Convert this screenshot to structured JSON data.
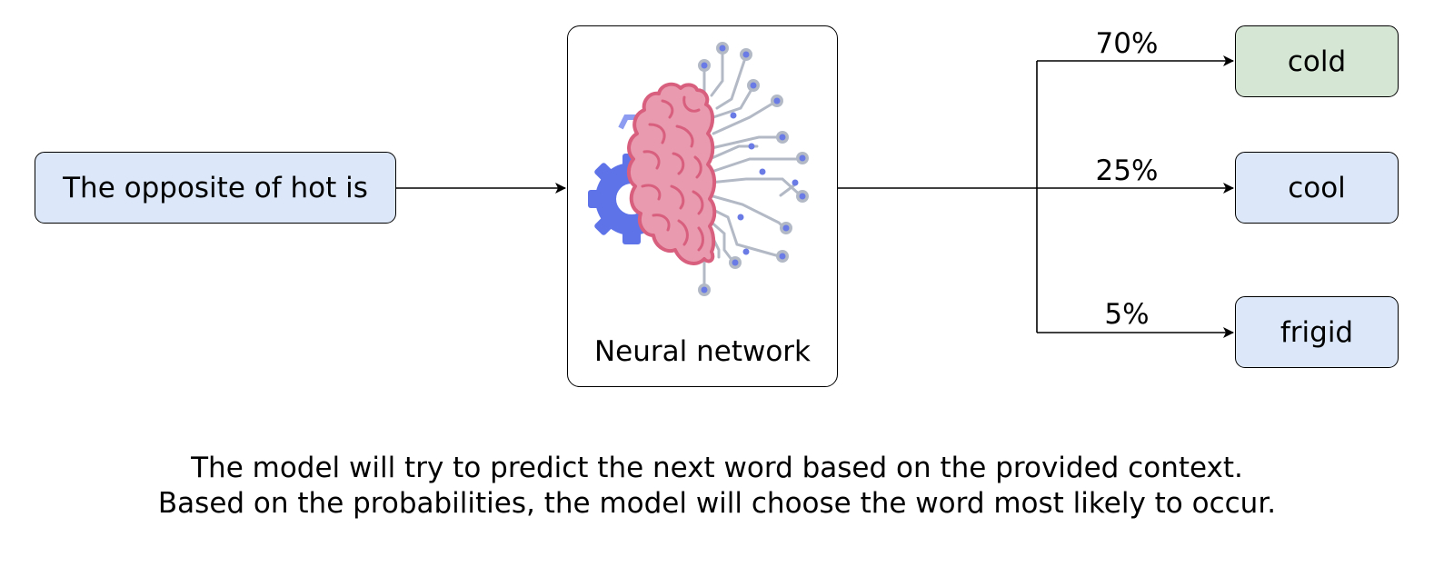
{
  "input": {
    "text": "The opposite of hot is"
  },
  "model": {
    "label": "Neural network",
    "icon": "brain-circuit-icon"
  },
  "outputs": [
    {
      "word": "cold",
      "probability": "70%",
      "color": "#d6e6d4"
    },
    {
      "word": "cool",
      "probability": "25%",
      "color": "#dce8f9"
    },
    {
      "word": "frigid",
      "probability": "5%",
      "color": "#dce8f9"
    }
  ],
  "caption": {
    "line1": "The model will try to predict the next word based on the provided context.",
    "line2": "Based on the probabilities, the model will choose the word most likely to occur."
  },
  "colors": {
    "input_fill": "#dce8f9",
    "brain": "#e99aae",
    "brain_outline": "#d85f7e",
    "gear": "#5f73e8",
    "circuit": "#b3bac6",
    "node": "#6b7be6"
  }
}
